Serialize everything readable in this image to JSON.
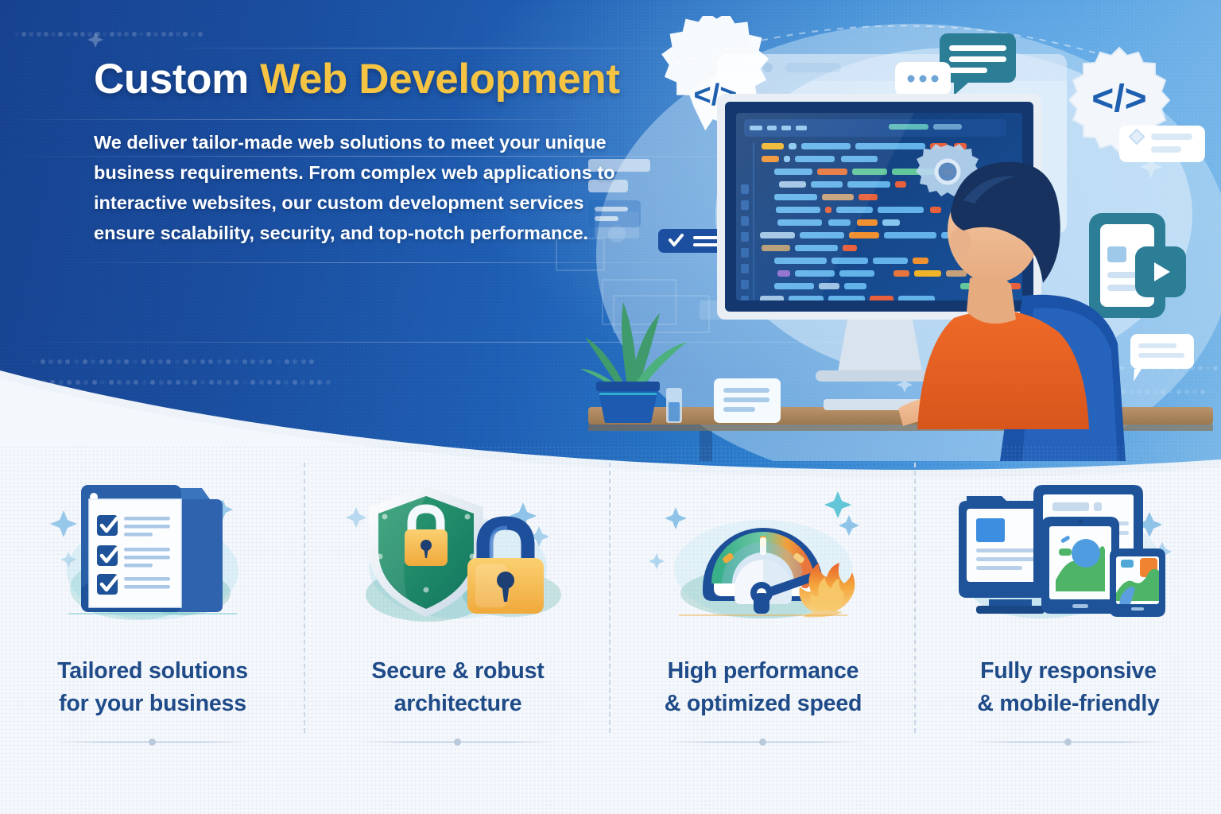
{
  "hero": {
    "headline_primary": "Custom",
    "headline_accent": "Web Development",
    "subcopy": "We deliver tailor-made web solutions to meet your unique business requirements. From complex web applications to interactive websites, our custom development services ensure scalability, security, and top-notch performance.",
    "colors": {
      "background_dark": "#17428f",
      "background_light": "#7bb8e8",
      "headline_white": "#ffffff",
      "headline_gold": "#f6c443"
    },
    "illustration": {
      "name": "developer-at-desk-illustration",
      "elements": [
        "browser-window-mockup",
        "desktop-monitor-with-code-editor",
        "gear-icon",
        "developer-person-orange-shirt",
        "office-chair",
        "wooden-desk",
        "potted-plant",
        "keyboard",
        "chat-bubble-teal",
        "chat-bubble-dots",
        "code-badge-gear",
        "code-tag-card",
        "media-play-card",
        "checkmark-chip",
        "note-card"
      ]
    }
  },
  "features": {
    "colors": {
      "caption": "#1f4b88",
      "divider": "#c8d7e8",
      "section_background": "#f4f7fb"
    },
    "items": [
      {
        "icon": "clipboard-checklist-icon",
        "caption_line1": "Tailored solutions",
        "caption_line2": "for your business"
      },
      {
        "icon": "shield-padlock-icon",
        "caption_line1": "Secure & robust",
        "caption_line2": "architecture"
      },
      {
        "icon": "speedometer-flame-icon",
        "caption_line1": "High performance",
        "caption_line2": "& optimized speed"
      },
      {
        "icon": "responsive-devices-icon",
        "caption_line1": "Fully responsive",
        "caption_line2": "& mobile-friendly"
      }
    ]
  }
}
